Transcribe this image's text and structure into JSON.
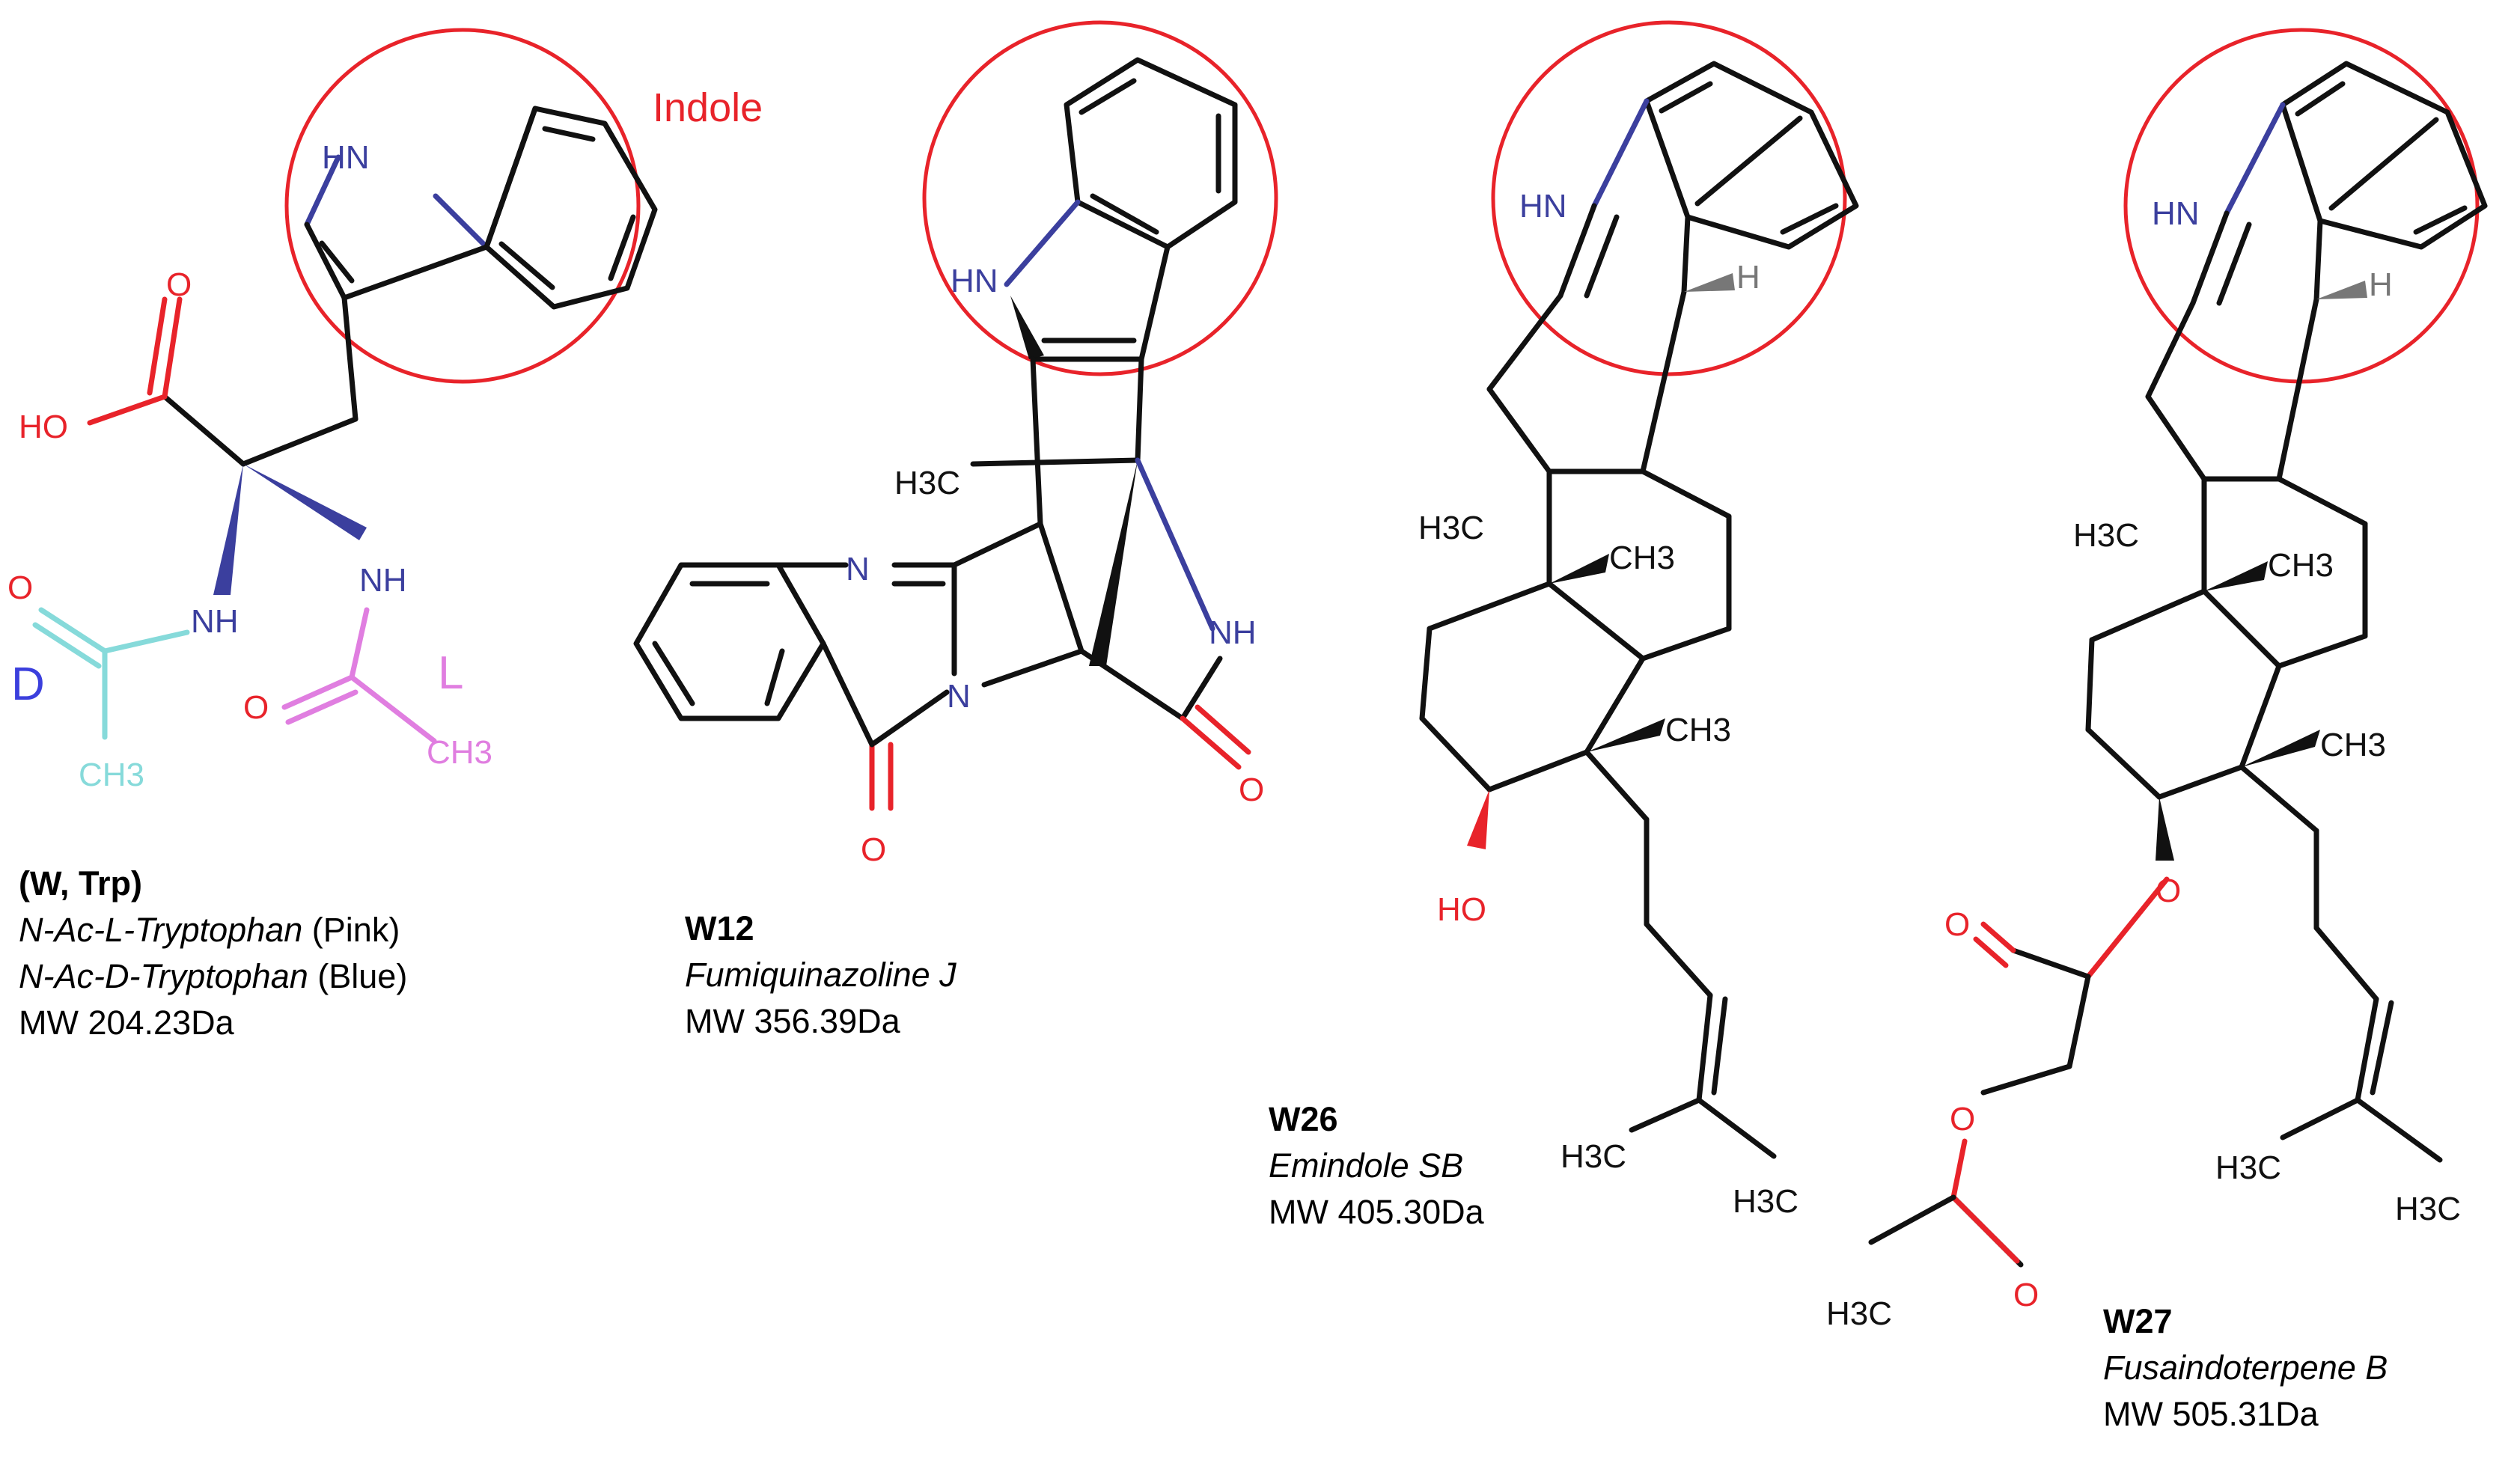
{
  "annotations": {
    "indole_label": "Indole",
    "d_label": "D",
    "l_label": "L"
  },
  "atoms": {
    "hn": "HN",
    "nh": "NH",
    "n": "N",
    "o": "O",
    "ho": "HO",
    "h": "H",
    "h3c": "H3C",
    "ch3": "CH3"
  },
  "compounds": [
    {
      "id": "(W, Trp)",
      "name_l": "N-Ac-L-Tryptophan",
      "tag_l": " (Pink)",
      "name_d": "N-Ac-D-Tryptophan",
      "tag_d": " (Blue)",
      "mw": "MW 204.23Da"
    },
    {
      "id": "W12",
      "name": "Fumiquinazoline J",
      "mw": "MW 356.39Da"
    },
    {
      "id": "W26",
      "name": "Emindole SB",
      "mw": "MW 405.30Da"
    },
    {
      "id": "W27",
      "name": "Fusaindoterpene B",
      "mw": "MW 505.31Da"
    }
  ],
  "colors": {
    "indole_circle": "#e8232a",
    "nitrogen": "#3b3f9e",
    "oxygen": "#e8232a",
    "l_form": "#e07ee0",
    "d_form": "#86dada",
    "bond": "#111111"
  }
}
